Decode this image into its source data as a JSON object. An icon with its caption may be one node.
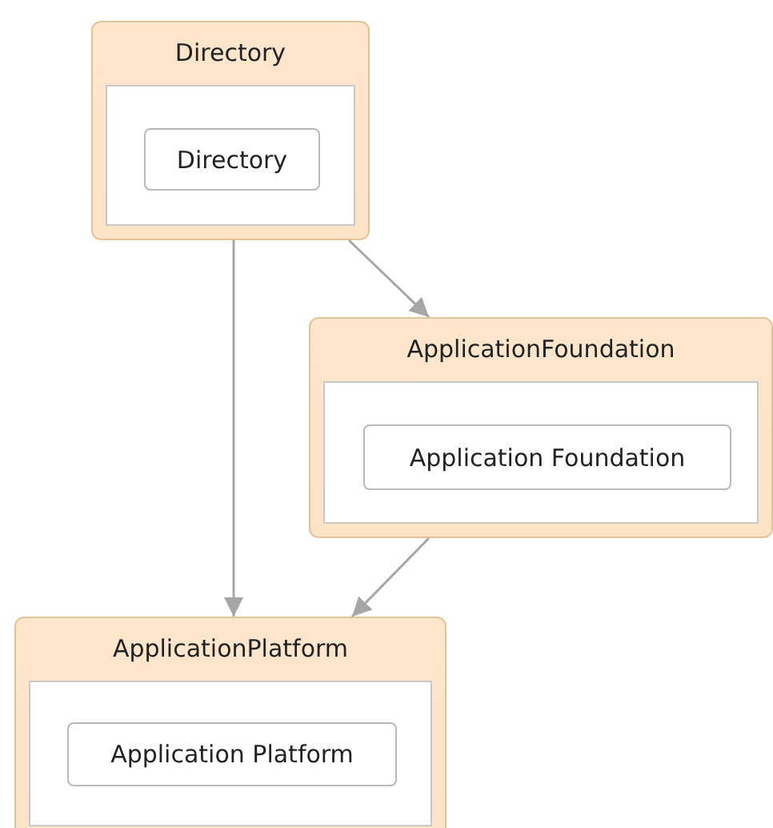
{
  "diagram": {
    "nodes": [
      {
        "text": [
          "Directory"
        ]
      },
      {
        "text": [
          "Directory"
        ],
        "in": 0
      },
      {
        "text": [
          "ApplicationFoundation"
        ]
      },
      {
        "text": [
          "Application Foundation"
        ],
        "in": 2
      },
      {
        "text": [
          "ApplicationPlatform"
        ]
      },
      {
        "text": [
          "Application Platform"
        ],
        "in": 4
      }
    ],
    "edges": [
      {
        "from": 0,
        "to": 2,
        "arrow": "to"
      },
      {
        "from": 0,
        "to": 4,
        "arrow": "to"
      },
      {
        "from": 2,
        "to": 4,
        "arrow": "to"
      }
    ]
  }
}
